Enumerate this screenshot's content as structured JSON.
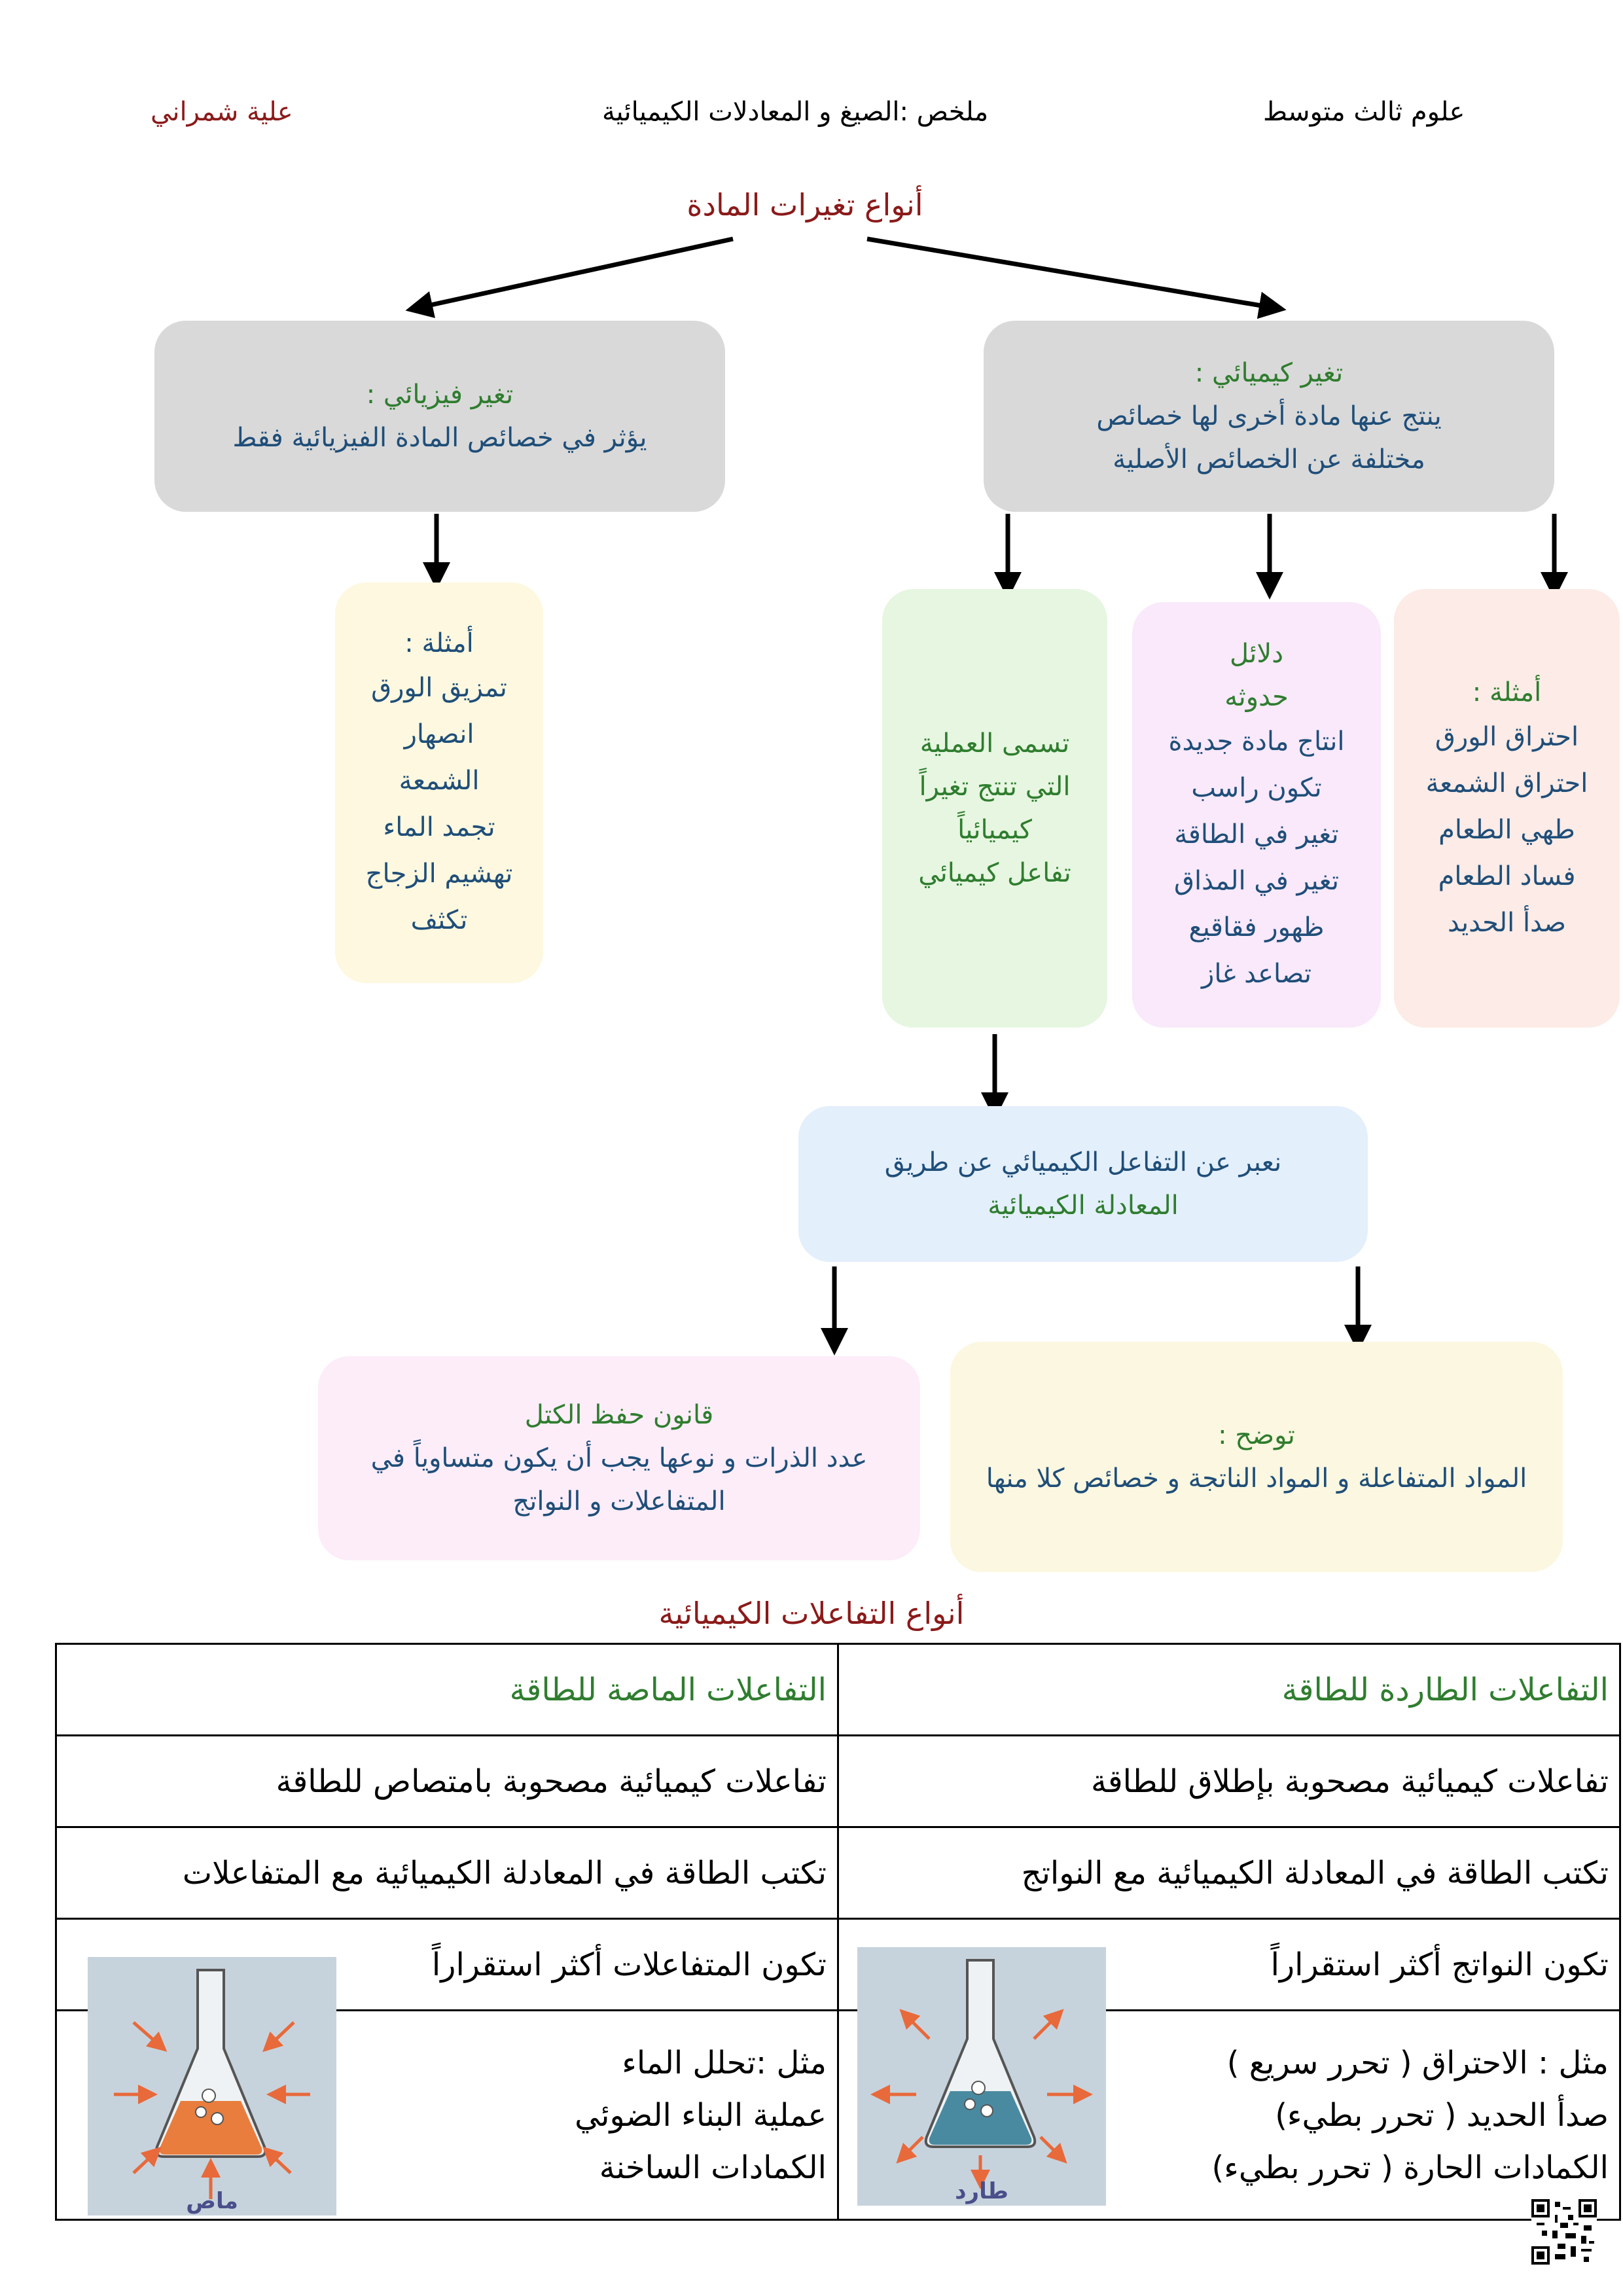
{
  "header": {
    "subject": "علوم ثالث متوسط",
    "title": "ملخص :الصيغ و المعادلات الكيميائية",
    "author": "علية شمراني"
  },
  "diagram": {
    "root": "أنواع تغيرات المادة",
    "chemical": {
      "title": "تغير كيميائي :",
      "desc_line1": "ينتج عنها مادة أخرى لها خصائص",
      "desc_line2": "مختلفة عن الخصائص الأصلية"
    },
    "physical": {
      "title": "تغير فيزيائي :",
      "desc": "يؤثر في خصائص المادة الفيزيائية فقط"
    },
    "physical_examples": {
      "title": "أمثلة :",
      "items": [
        "تمزيق الورق",
        "انصهار",
        "الشمعة",
        "تجمد الماء",
        "تهشيم الزجاج",
        "تكثف"
      ]
    },
    "chemical_examples": {
      "title": "أمثلة :",
      "items": [
        "احتراق الورق",
        "احتراق الشمعة",
        "طهي الطعام",
        "فساد الطعام",
        "صدأ الحديد"
      ]
    },
    "evidence": {
      "title1": "دلائل",
      "title2": "حدوثه",
      "items": [
        "انتاج مادة جديدة",
        "تكون راسب",
        "تغير في الطاقة",
        "تغير في المذاق",
        "ظهور فقاقيع",
        "تصاعد غاز"
      ]
    },
    "reaction": {
      "line1": "تسمى العملية",
      "line2": "التي تنتج تغيراً",
      "line3": "كيميائياً",
      "line4": "تفاعل كيميائي"
    },
    "equation": {
      "line1": "نعبر عن التفاعل الكيميائي عن طريق",
      "line2": "المعادلة الكيميائية"
    },
    "shows": {
      "title": "توضح :",
      "desc": "المواد المتفاعلة و المواد الناتجة و خصائص كلا منها"
    },
    "mass_law": {
      "title": "قانون حفظ الكتل",
      "line1": "عدد الذرات و نوعها يجب أن يكون متساوياً في",
      "line2": "المتفاعلات و النواتج"
    }
  },
  "reaction_types": {
    "title": "أنواع التفاعلات الكيميائية",
    "exo": {
      "header": "التفاعلات الطاردة للطاقة",
      "row1": "تفاعلات كيميائية مصحوبة بإطلاق للطاقة",
      "row2": "تكتب الطاقة في المعادلة الكيميائية مع النواتج",
      "row3": "تكون النواتج أكثر استقراراً",
      "ex1": "مثل : الاحتراق ( تحرر سريع )",
      "ex2": "صدأ الحديد ( تحرر بطيء)",
      "ex3": "الكمادات الحارة ( تحرر بطيء)",
      "image_label": "طارد"
    },
    "endo": {
      "header": "التفاعلات الماصة للطاقة",
      "row1": "تفاعلات كيميائية مصحوبة بامتصاص للطاقة",
      "row2": "تكتب الطاقة في المعادلة الكيميائية مع المتفاعلات",
      "row3": "تكون المتفاعلات أكثر استقراراً",
      "ex1": "مثل :تحلل الماء",
      "ex2": "عملية البناء الضوئي",
      "ex3": "الكمادات الساخنة",
      "image_label": "ماص"
    }
  },
  "colors": {
    "gray_box": "#d9d9d9",
    "yellow_box": "#fdf8df",
    "green_box": "#e6f6e0",
    "pink_box": "#f9e9fa",
    "peach_box": "#fcebe6",
    "blue_box": "#e3effb",
    "cream_box": "#fcf7e0",
    "lightpink_box": "#fcedf9",
    "title_red": "#8b1a1a",
    "heading_green": "#2f7d2f",
    "text_blue": "#1f4e79",
    "exo_liquid": "#4a8aa0",
    "endo_liquid": "#e87d3e",
    "arrow_orange": "#e8693a"
  }
}
